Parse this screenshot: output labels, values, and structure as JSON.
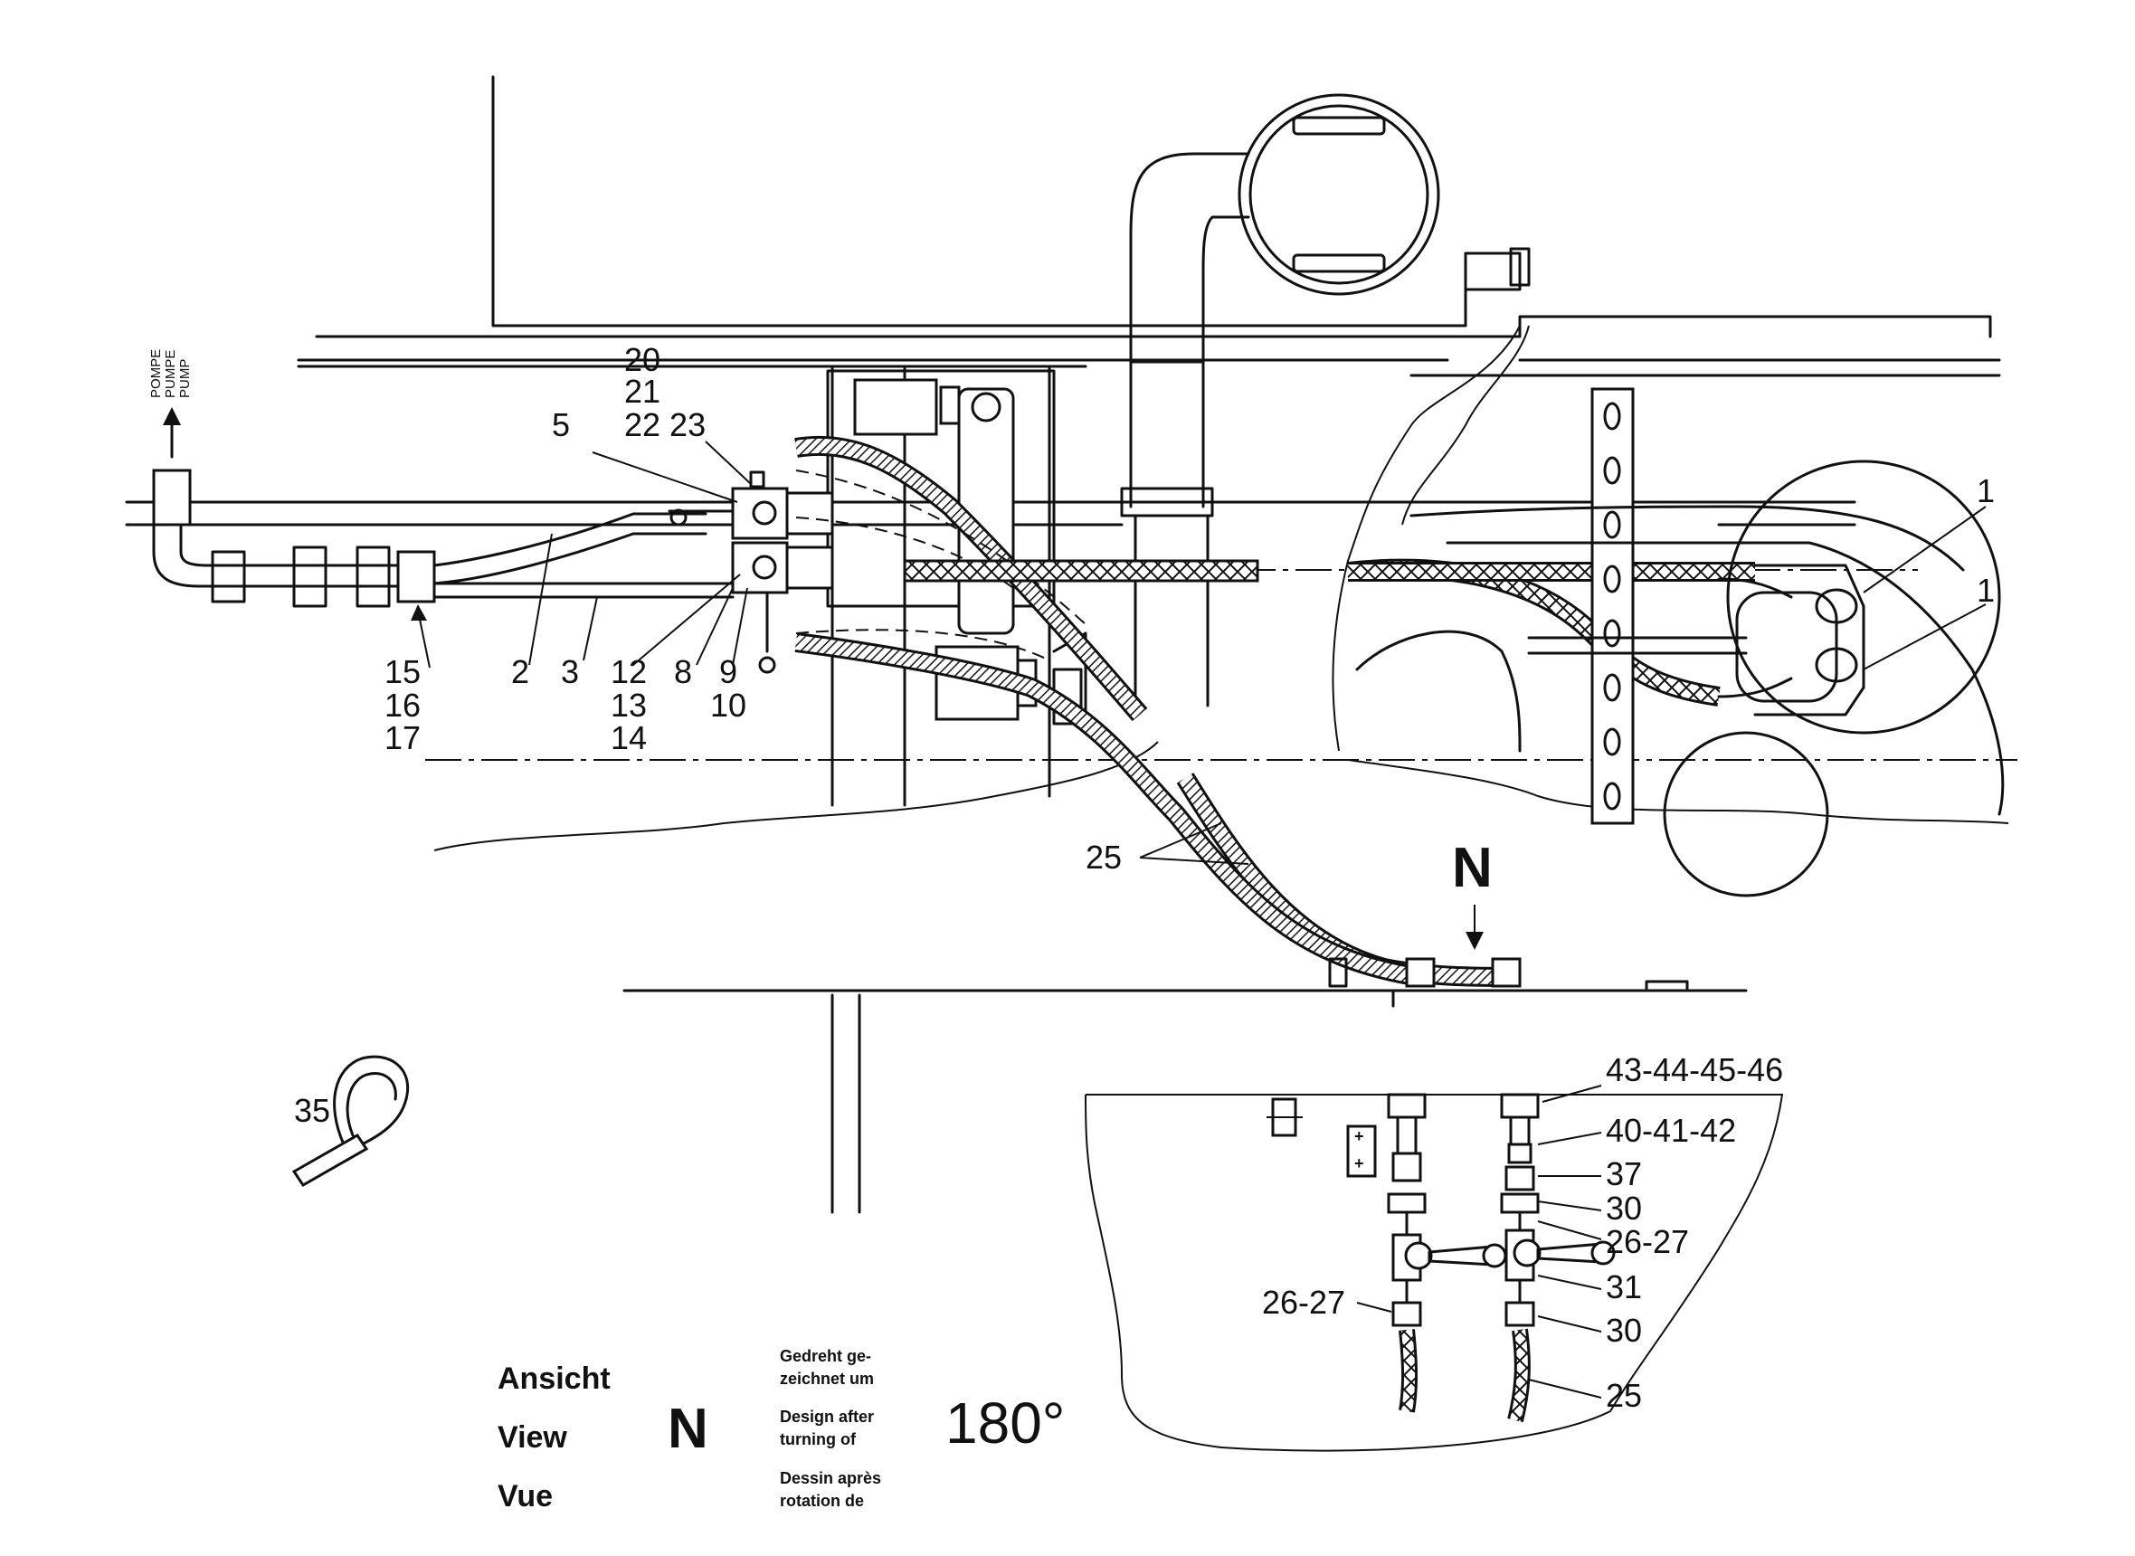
{
  "callouts": {
    "c20": "20",
    "c21": "21",
    "c22_23": "22 23",
    "c5": "5",
    "c1a": "1",
    "c1b": "1",
    "c15": "15",
    "c16": "16",
    "c17": "17",
    "c2": "2",
    "c3": "3",
    "c12": "12",
    "c13": "13",
    "c14": "14",
    "c8": "8",
    "c9": "9",
    "c10": "10",
    "c25": "25",
    "cN": "N",
    "c35": "35"
  },
  "pump_labels": [
    "POMPE",
    "PUMPE",
    "PUMP"
  ],
  "detail_callouts": {
    "c43_46": "43-44-45-46",
    "c40_42": "40-41-42",
    "c37": "37",
    "c30a": "30",
    "c26_27r": "26-27",
    "c31": "31",
    "c30b": "30",
    "c25": "25",
    "c26_27l": "26-27"
  },
  "view_legend": {
    "ansicht": "Ansicht",
    "view": "View",
    "vue": "Vue",
    "letter": "N",
    "de_line1": "Gedreht ge-",
    "de_line2": "zeichnet um",
    "en_line1": "Design after",
    "en_line2": "turning of",
    "fr_line1": "Dessin après",
    "fr_line2": "rotation de",
    "angle": "180°"
  }
}
